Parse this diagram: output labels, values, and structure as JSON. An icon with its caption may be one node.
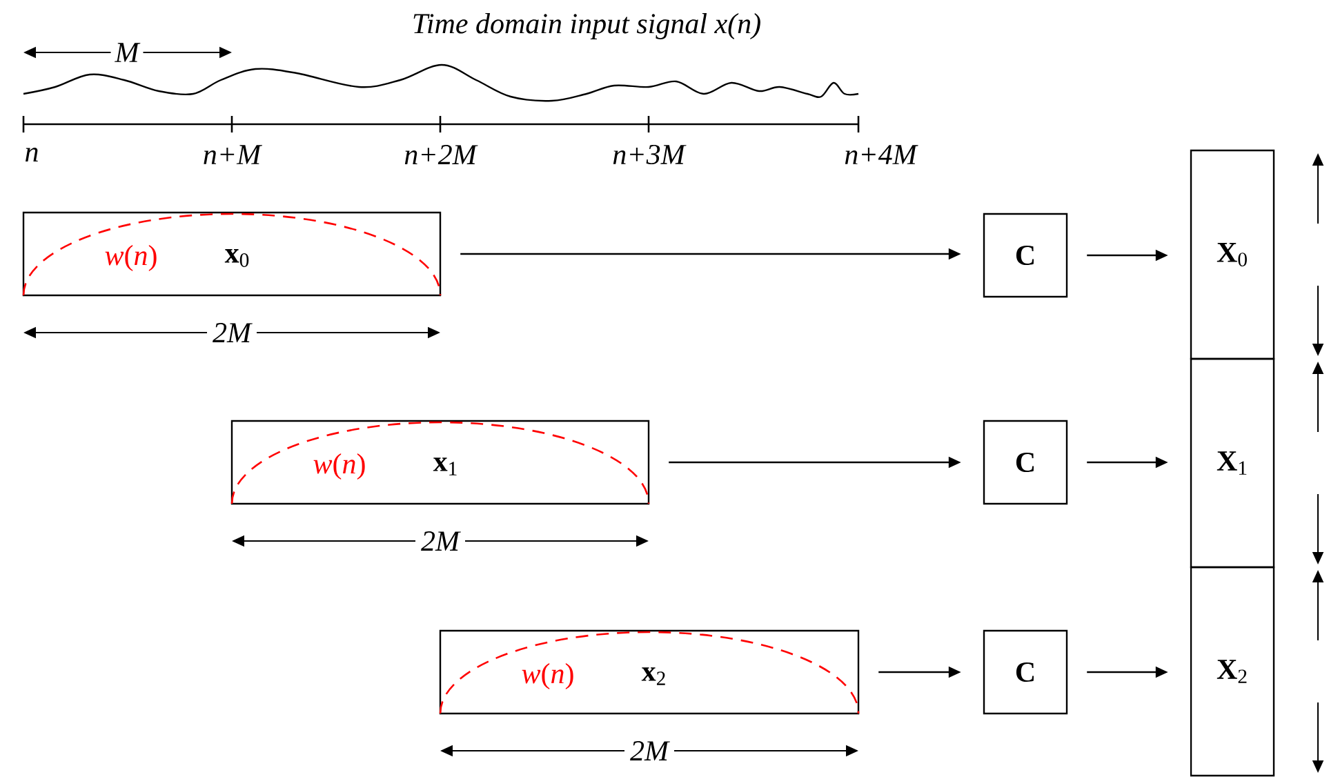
{
  "diagram": {
    "title": "Time domain input signal x(n)",
    "nodes": [
      {
        "text": [
          "*w*(*n*)",
          "**x**$_{0}$"
        ]
      },
      {
        "text": [
          "*w*(*n*)",
          "**x**$_{1}$"
        ]
      },
      {
        "text": [
          "*w*(*n*)",
          "**x**$_{2}$"
        ]
      },
      {
        "text": [
          "**C**"
        ]
      },
      {
        "text": [
          "**C**"
        ]
      },
      {
        "text": [
          "**C**"
        ]
      },
      {
        "text": [
          "**X**$_{0}$"
        ]
      },
      {
        "text": [
          "**X**$_{1}$"
        ]
      },
      {
        "text": [
          "**X**$_{2}$"
        ]
      }
    ],
    "edges": [
      {
        "from": 0,
        "to": 3,
        "arrow": "to"
      },
      {
        "from": 1,
        "to": 4,
        "arrow": "to"
      },
      {
        "from": 2,
        "to": 5,
        "arrow": "to"
      },
      {
        "from": 3,
        "to": 6,
        "arrow": "to"
      },
      {
        "from": 4,
        "to": 7,
        "arrow": "to"
      },
      {
        "from": 5,
        "to": 8,
        "arrow": "to"
      }
    ],
    "labels": [
      "M",
      "n",
      "n+M",
      "n+2M",
      "n+3M",
      "n+4M",
      "2M",
      "2M",
      "2M"
    ]
  }
}
